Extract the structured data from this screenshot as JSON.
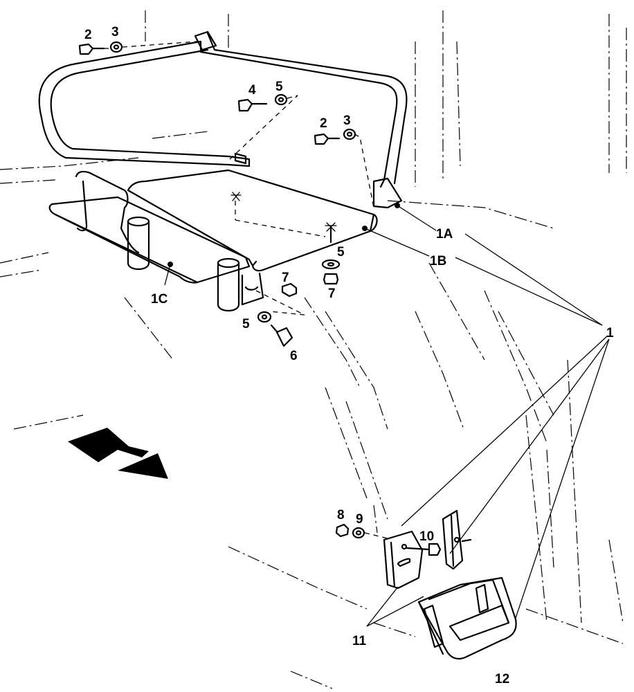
{
  "callouts": {
    "c1": "1",
    "c1A": "1A",
    "c1B": "1B",
    "c1C": "1C",
    "c2a": "2",
    "c2b": "2",
    "c3a": "3",
    "c3b": "3",
    "c4": "4",
    "c5a": "5",
    "c5b": "5",
    "c5c": "5",
    "c6": "6",
    "c7a": "7",
    "c7b": "7",
    "c8": "8",
    "c9": "9",
    "c10": "10",
    "c11": "11",
    "c12": "12"
  }
}
